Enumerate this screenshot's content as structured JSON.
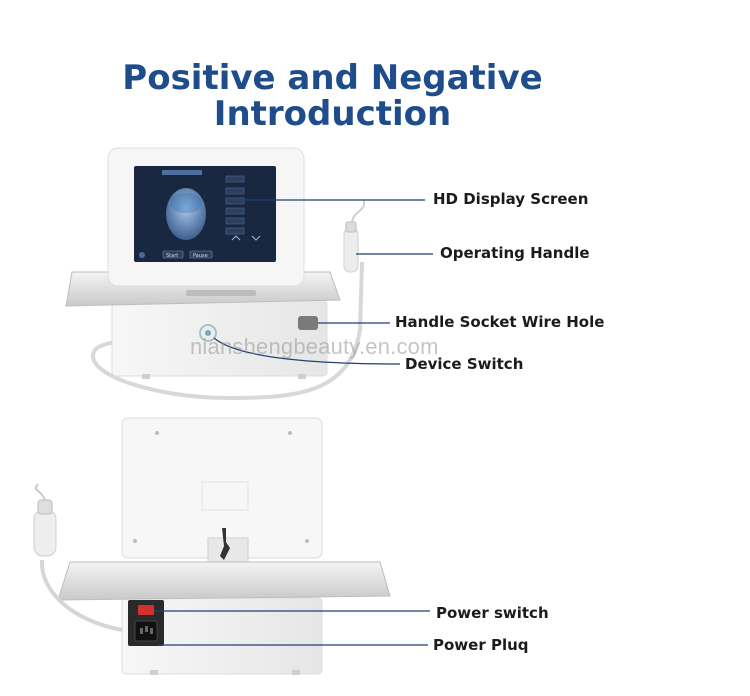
{
  "title": {
    "line1": "Positive and Negative",
    "line2": "Introduction"
  },
  "callouts": {
    "display_screen": "HD Display Screen",
    "operating_handle": "Operating Handle",
    "handle_socket": "Handle Socket Wire Hole",
    "device_switch": "Device Switch",
    "power_switch": "Power switch",
    "power_plug": "Power Pluq"
  },
  "screen": {
    "start_label": "Start",
    "pause_label": "Pause"
  },
  "watermark": "nianshengbeauty.en.com",
  "colors": {
    "title": "#1f4d8b",
    "callout_text": "#1b1b1b",
    "leader_line": "#1f3f73",
    "screen_bg": "#1a2740"
  }
}
